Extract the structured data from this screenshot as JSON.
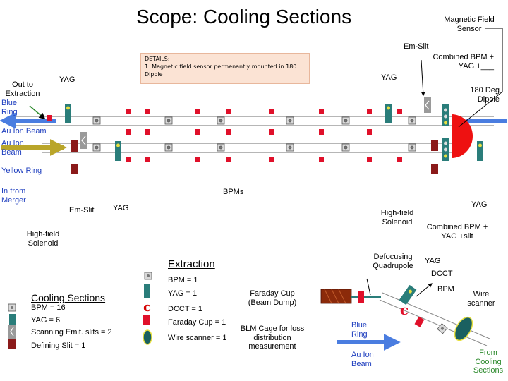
{
  "title": "Scope: Cooling Sections",
  "details": {
    "heading": "DETAILS:",
    "item": "1.   Magnetic field sensor permenantly mounted in 180 Dipole"
  },
  "labels": {
    "magnetic_field_sensor": "Magnetic Field Sensor",
    "em_slit_top": "Em-Slit",
    "combined_top": "Combined BPM + YAG +___",
    "yag_top_left": "YAG",
    "yag_top_right": "YAG",
    "dipole": "180 Deg Dipole",
    "out_to_extraction": "Out to Extraction",
    "blue_ring_left": "Blue Ring",
    "au_ion_beam_upper": "Au Ion Beam",
    "au_ion_beam_lower": "Au Ion Beam",
    "yellow_ring": "Yellow Ring",
    "in_from_merger": "In from Merger",
    "bpms": "BPMs",
    "em_slit_bottom": "Em-Slit",
    "yag_bottom_mid": "YAG",
    "yag_bottom_right": "YAG",
    "hf_solenoid_right": "High-field Solenoid",
    "hf_solenoid_left": "High-field Solenoid",
    "combined_bottom": "Combined BPM + YAG +slit"
  },
  "legend_cooling": {
    "title": "Cooling Sections",
    "bpm": "BPM = 16",
    "yag": "YAG = 6",
    "scanning": "Scanning Emit. slits = 2",
    "defining": "Defining Slit = 1"
  },
  "legend_extraction": {
    "title": "Extraction",
    "bpm": "BPM = 1",
    "yag": "YAG = 1",
    "dcct": "DCCT = 1",
    "faraday": "Faraday Cup = 1",
    "wire": "Wire scanner = 1"
  },
  "extraction_labels": {
    "faraday_cup": "Faraday Cup (Beam Dump)",
    "blm_cage": "BLM Cage for loss distribution measurement",
    "defocusing": "Defocusing Quadrupole",
    "yag": "YAG",
    "dcct": "DCCT",
    "bpm": "BPM",
    "wire_scanner": "Wire scanner",
    "blue_ring": "Blue Ring",
    "au_ion_beam": "Au Ion Beam",
    "from_cooling": "From Cooling Sections"
  },
  "colors": {
    "blue_beam": "#4a7de0",
    "gold_beam": "#b9a52a",
    "dipole": "#ee1111",
    "yag_device": "#2a7d7a",
    "slit_device": "#8b1a1a",
    "marker": "#e0102a"
  }
}
